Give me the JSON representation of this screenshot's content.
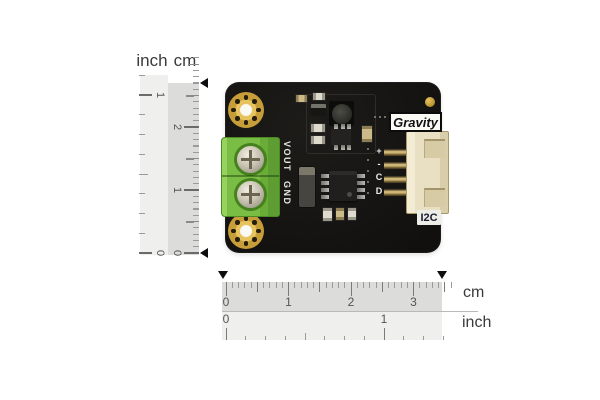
{
  "board": {
    "brand_label": "Gravity",
    "interface_label": "I2C",
    "terminal_pins": [
      {
        "label": "VOUT"
      },
      {
        "label": "GND"
      }
    ],
    "connector_pins": [
      {
        "label": "+"
      },
      {
        "label": "-"
      },
      {
        "label": "C"
      },
      {
        "label": "D"
      }
    ],
    "pcb_color": "#141311",
    "terminal_color": "#7abd44",
    "gold_color": "#c69d39",
    "connector_color": "#e9e0c3"
  },
  "vertical_ruler": {
    "inch_header": "inch",
    "cm_header": "cm",
    "cm_marks": [
      {
        "label": "2",
        "value": 2
      },
      {
        "label": "1",
        "value": 1
      },
      {
        "label": "0",
        "value": 0
      }
    ],
    "inch_marks": [
      {
        "label": "1",
        "value": 1
      },
      {
        "label": "0",
        "value": 0
      }
    ]
  },
  "horizontal_ruler": {
    "cm_unit": "cm",
    "inch_unit": "inch",
    "cm_marks": [
      {
        "label": "0",
        "value": 0
      },
      {
        "label": "1",
        "value": 1
      },
      {
        "label": "2",
        "value": 2
      },
      {
        "label": "3",
        "value": 3
      }
    ],
    "inch_marks": [
      {
        "label": "0",
        "value": 0
      },
      {
        "label": "1",
        "value": 1
      }
    ]
  }
}
